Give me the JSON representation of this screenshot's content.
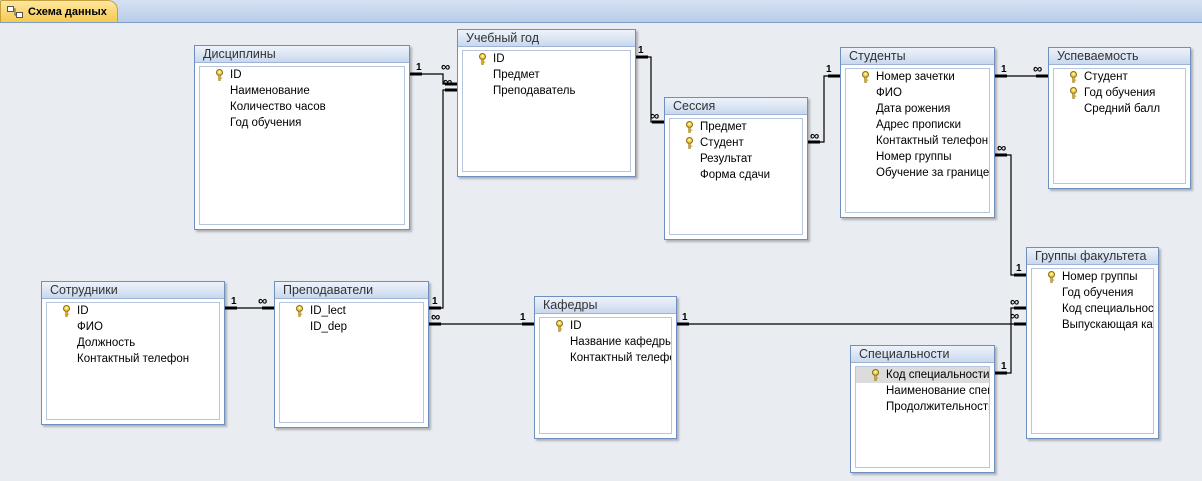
{
  "tab": {
    "label": "Схема данных",
    "icon": "relationships-icon"
  },
  "tables": {
    "disciplines": {
      "title": "Дисциплины",
      "fields": [
        {
          "name": "ID",
          "key": true
        },
        {
          "name": "Наименование",
          "key": false
        },
        {
          "name": "Количество часов",
          "key": false
        },
        {
          "name": "Год обучения",
          "key": false
        }
      ]
    },
    "study_year": {
      "title": "Учебный год",
      "fields": [
        {
          "name": "ID",
          "key": true
        },
        {
          "name": "Предмет",
          "key": false
        },
        {
          "name": "Преподаватель",
          "key": false
        }
      ]
    },
    "session": {
      "title": "Сессия",
      "fields": [
        {
          "name": "Предмет",
          "key": true
        },
        {
          "name": "Студент",
          "key": true
        },
        {
          "name": "Результат",
          "key": false
        },
        {
          "name": "Форма сдачи",
          "key": false
        }
      ]
    },
    "students": {
      "title": "Студенты",
      "fields": [
        {
          "name": "Номер зачетки",
          "key": true
        },
        {
          "name": "ФИО",
          "key": false
        },
        {
          "name": "Дата рожения",
          "key": false
        },
        {
          "name": "Адрес прописки",
          "key": false
        },
        {
          "name": "Контактный телефон",
          "key": false
        },
        {
          "name": "Номер группы",
          "key": false
        },
        {
          "name": "Обучение за границей",
          "key": false
        }
      ]
    },
    "performance": {
      "title": "Успеваемость",
      "fields": [
        {
          "name": "Студент",
          "key": true
        },
        {
          "name": "Год обучения",
          "key": true
        },
        {
          "name": "Средний балл",
          "key": false
        }
      ]
    },
    "employees": {
      "title": "Сотрудники",
      "fields": [
        {
          "name": "ID",
          "key": true
        },
        {
          "name": "ФИО",
          "key": false
        },
        {
          "name": "Должность",
          "key": false
        },
        {
          "name": "Контактный телефон",
          "key": false
        }
      ]
    },
    "teachers": {
      "title": "Преподаватели",
      "fields": [
        {
          "name": "ID_lect",
          "key": true
        },
        {
          "name": "ID_dep",
          "key": false
        }
      ]
    },
    "departments": {
      "title": "Кафедры",
      "fields": [
        {
          "name": "ID",
          "key": true
        },
        {
          "name": "Название кафедры",
          "key": false
        },
        {
          "name": "Контактный телефон",
          "key": false
        }
      ]
    },
    "groups": {
      "title": "Группы факультета",
      "fields": [
        {
          "name": "Номер группы",
          "key": true
        },
        {
          "name": "Год обучения",
          "key": false
        },
        {
          "name": "Код специальности",
          "key": false
        },
        {
          "name": "Выпускающая кафедра",
          "key": false
        }
      ]
    },
    "specialties": {
      "title": "Специальности",
      "fields": [
        {
          "name": "Код специальности",
          "key": true,
          "selected": true
        },
        {
          "name": "Наименование специальности",
          "key": false
        },
        {
          "name": "Продолжительность",
          "key": false
        }
      ]
    }
  },
  "cardinality": {
    "one": "1",
    "many": "∞"
  }
}
